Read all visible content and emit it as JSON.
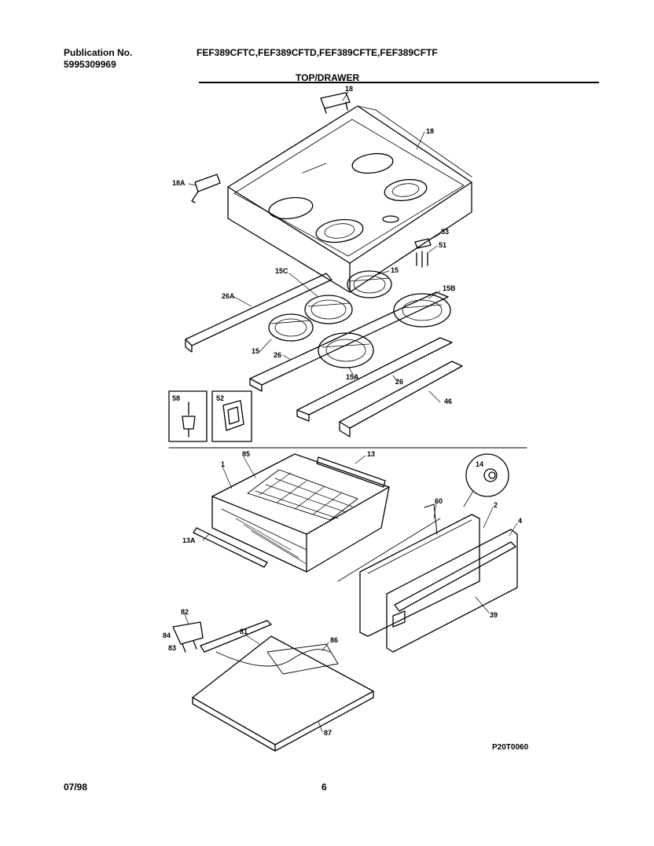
{
  "header": {
    "publication_label": "Publication No.",
    "publication_number": "5995309969",
    "models": "FEF389CFTC,FEF389CFTD,FEF389CFTE,FEF389CFTF",
    "section_title": "TOP/DRAWER"
  },
  "callouts": {
    "c18a_top": "18",
    "c18": "18",
    "c18a": "18A",
    "c53": "53",
    "c51": "51",
    "c15c": "15C",
    "c15_top": "15",
    "c15b": "15B",
    "c26a": "26A",
    "c15_left": "15",
    "c26_left": "26",
    "c15a": "15A",
    "c26_right": "26",
    "c46": "46",
    "c58": "58",
    "c52": "52",
    "c85": "85",
    "c13": "13",
    "c14": "14",
    "c1": "1",
    "c60": "60",
    "c2": "2",
    "c4": "4",
    "c13a": "13A",
    "c39": "39",
    "c82": "82",
    "c84": "84",
    "c83": "83",
    "c81": "81",
    "c86": "86",
    "c87": "87"
  },
  "footer": {
    "date": "07/98",
    "page": "6",
    "drawing_code": "P20T0060"
  }
}
